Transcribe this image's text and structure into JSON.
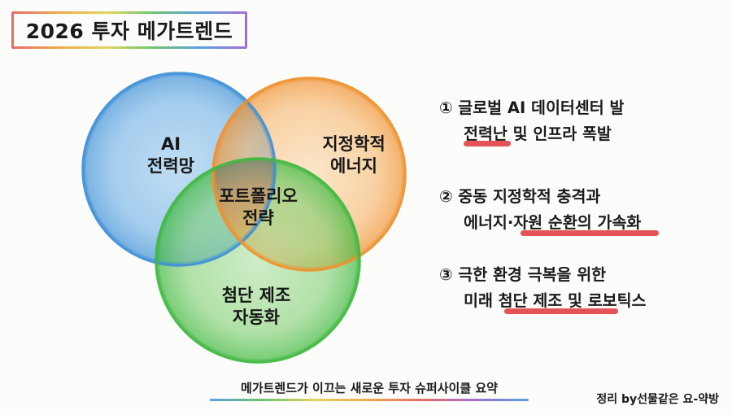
{
  "title": "2026 투자 메가트렌드",
  "venn": {
    "circles": [
      {
        "name": "ai",
        "label_lines": [
          "AI",
          "전력망"
        ],
        "color": "#3d8fd6"
      },
      {
        "name": "geo",
        "label_lines": [
          "지정학적",
          "에너지"
        ],
        "color": "#f0902e"
      },
      {
        "name": "mfg",
        "label_lines": [
          "첨단 제조",
          "자동화"
        ],
        "color": "#3fb83f"
      }
    ],
    "center_lines": [
      "포트폴리오",
      "전략"
    ]
  },
  "points": [
    {
      "line1": "① 글로벌 AI 데이터센터 발",
      "line2": "전력난 및 인프라 폭발"
    },
    {
      "line1": "② 중동 지정학적 충격과",
      "line2": "에너지·자원 순환의 가속화"
    },
    {
      "line1": "③ 극한 환경 극복을 위한",
      "line2": "미래 첨단 제조 및 로보틱스"
    }
  ],
  "accent_color": "#e0353b",
  "footer": {
    "caption": "메가트렌드가 이끄는 새로운 투자 슈퍼사이클 요약",
    "credit": "정리 by선물같은 요-약방"
  }
}
